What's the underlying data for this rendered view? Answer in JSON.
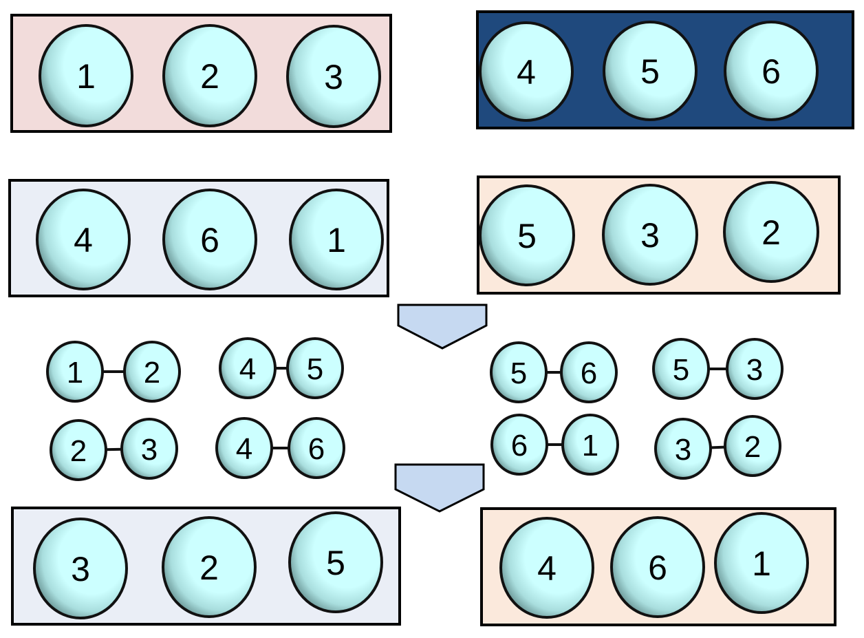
{
  "colors": {
    "node_fill": "#c8ffff",
    "node_stroke": "#111111",
    "box_pink": "#f2dcdb",
    "box_navy": "#1f497d",
    "box_lightblue": "#eaeef6",
    "box_peach": "#fbe9dc",
    "arrow_fill": "#c6d9f1",
    "arrow_stroke": "#000000"
  },
  "parent_groups": [
    {
      "id": "parent-a",
      "color": "pink",
      "nodes": [
        "1",
        "2",
        "3"
      ]
    },
    {
      "id": "parent-b",
      "color": "navy",
      "nodes": [
        "4",
        "5",
        "6"
      ]
    }
  ],
  "second_groups": [
    {
      "id": "second-a",
      "color": "lightblue",
      "nodes": [
        "4",
        "6",
        "1"
      ]
    },
    {
      "id": "second-b",
      "color": "peach",
      "nodes": [
        "5",
        "3",
        "2"
      ]
    }
  ],
  "pairs": [
    {
      "from": "1",
      "to": "2"
    },
    {
      "from": "4",
      "to": "5"
    },
    {
      "from": "2",
      "to": "3"
    },
    {
      "from": "4",
      "to": "6"
    },
    {
      "from": "5",
      "to": "6"
    },
    {
      "from": "5",
      "to": "3"
    },
    {
      "from": "6",
      "to": "1"
    },
    {
      "from": "3",
      "to": "2"
    }
  ],
  "result_groups": [
    {
      "id": "result-a",
      "color": "lightblue",
      "nodes": [
        "3",
        "2",
        "5"
      ]
    },
    {
      "id": "result-b",
      "color": "peach",
      "nodes": [
        "4",
        "6",
        "1"
      ]
    }
  ]
}
